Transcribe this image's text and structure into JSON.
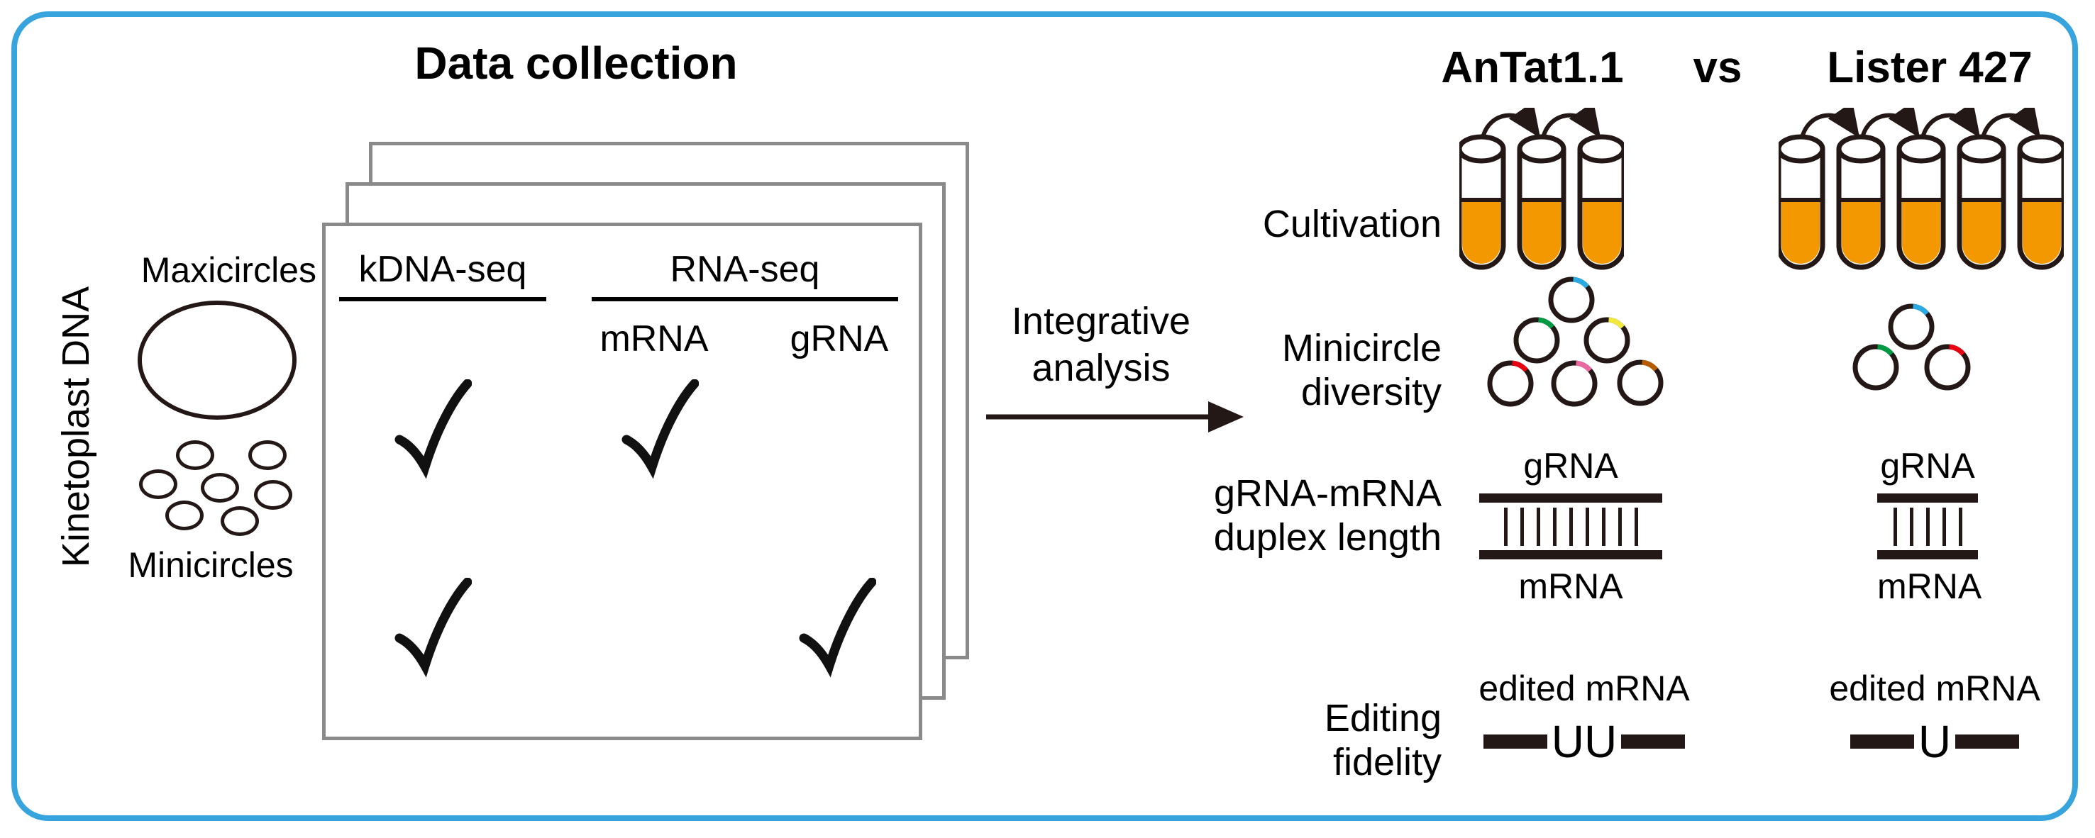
{
  "frame": {
    "border_color": "#38A4DD",
    "ink_color": "#231815"
  },
  "left_panel": {
    "title": "Data collection",
    "kinetoplast_label": "Kinetoplast DNA",
    "maxicircles_label": "Maxicircles",
    "minicircles_label": "Minicircles",
    "table": {
      "col_group1": "kDNA-seq",
      "col_group2": "RNA-seq",
      "subcol1": "mRNA",
      "subcol2": "gRNA",
      "rows": [
        {
          "name": "Maxicircles",
          "kdna": true,
          "mrna": true,
          "grna": false
        },
        {
          "name": "Minicircles",
          "kdna": true,
          "mrna": false,
          "grna": true
        }
      ]
    }
  },
  "arrow": {
    "label_line1": "Integrative",
    "label_line2": "analysis"
  },
  "comparison": {
    "strain1": "AnTat1.1",
    "vs": "vs",
    "strain2": "Lister 427",
    "row_labels": {
      "cultivation": "Cultivation",
      "minicircle_diversity_line1": "Minicircle",
      "minicircle_diversity_line2": "diversity",
      "duplex_line1": "gRNA-mRNA",
      "duplex_line2": "duplex length",
      "editing_line1": "Editing",
      "editing_line2": "fidelity"
    },
    "cultivation": {
      "strain1_tubes": 3,
      "strain2_tubes": 5,
      "tube_fill_color": "#F39800"
    },
    "minicircle_diversity": {
      "strain1_count": 6,
      "strain2_count": 3,
      "strain1_colors": [
        "#29ABE2",
        "#009944",
        "#F2E93C",
        "#E60012",
        "#EA68A2",
        "#B55B00"
      ],
      "strain2_colors": [
        "#29ABE2",
        "#009944",
        "#E60012"
      ]
    },
    "duplex": {
      "grna_label": "gRNA",
      "mrna_label": "mRNA",
      "strain1_basepairs": 9,
      "strain2_basepairs": 5
    },
    "editing": {
      "label": "edited mRNA",
      "strain1_insert": "UU",
      "strain2_insert": "U"
    }
  }
}
